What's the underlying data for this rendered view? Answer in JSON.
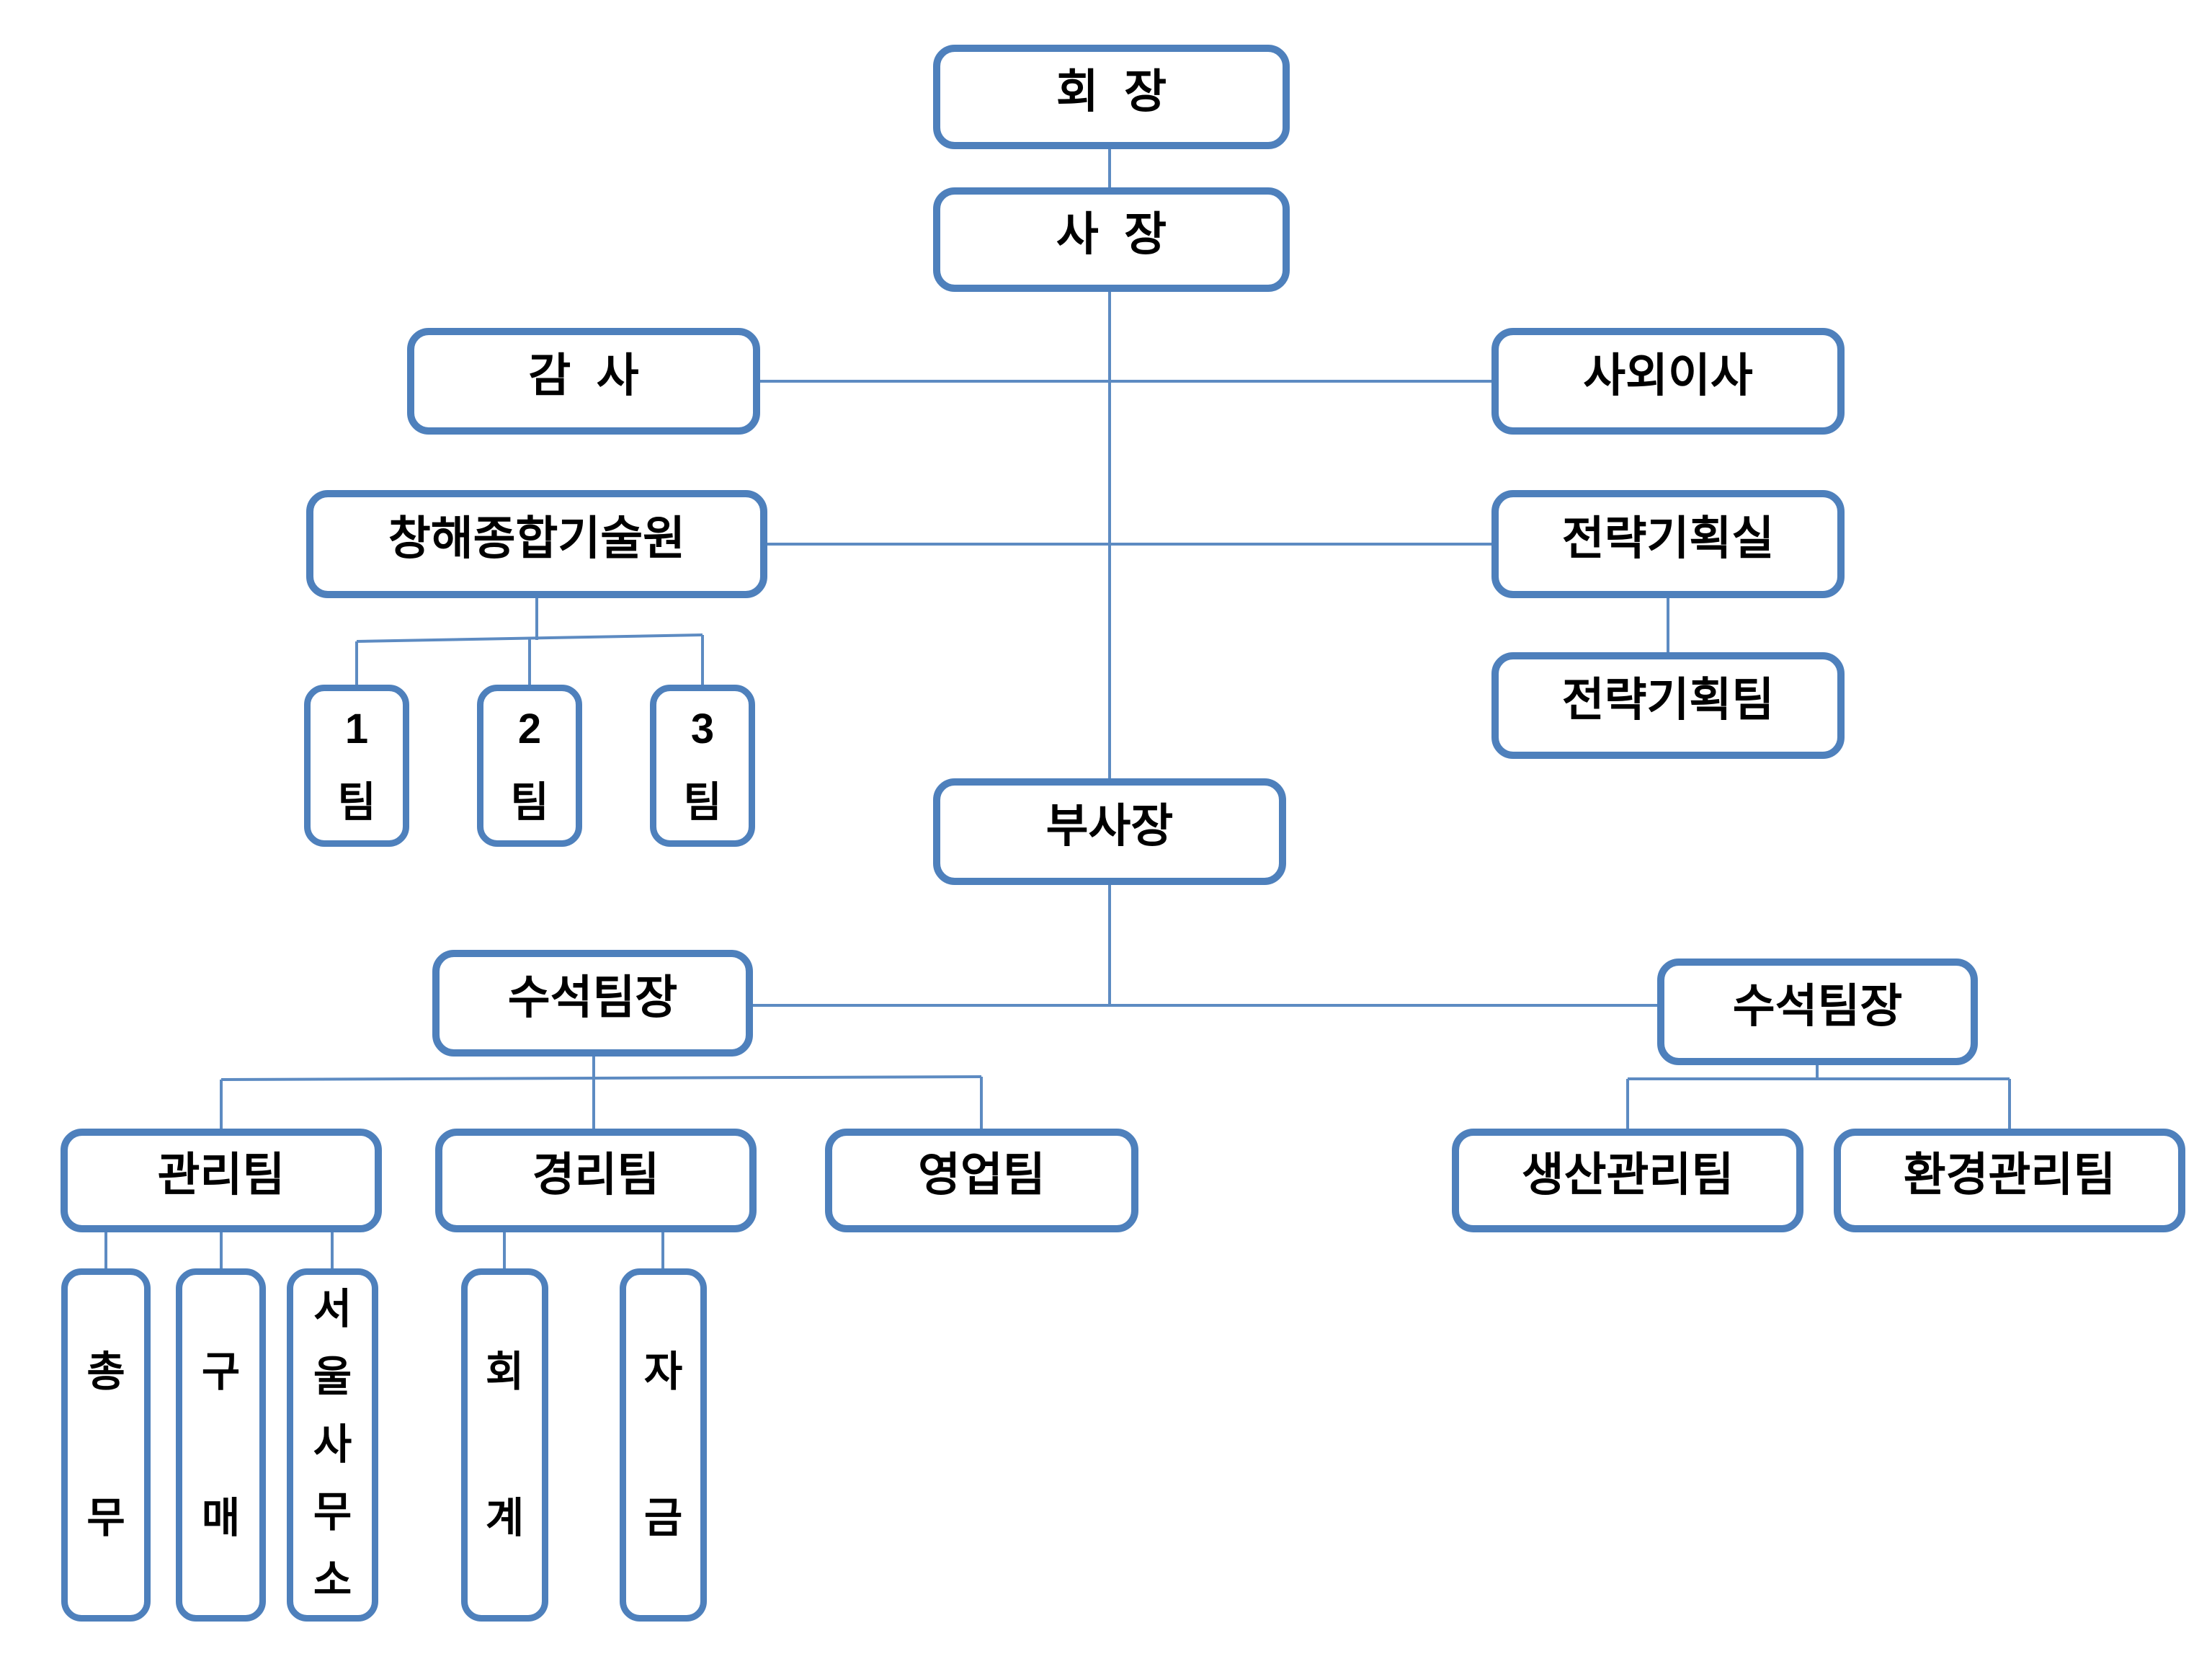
{
  "colors": {
    "box_border": "#4e80bc",
    "connector_line": "#5d8bc2",
    "label_text": "#000000",
    "background": "#ffffff"
  },
  "org": {
    "chairman": {
      "label": "회  장"
    },
    "president": {
      "label": "사  장"
    },
    "auditor": {
      "label": "감  사"
    },
    "outside_director": {
      "label": "사외이사"
    },
    "changhae_institute": {
      "label": "창해종합기술원"
    },
    "strategy_office": {
      "label": "전략기획실"
    },
    "strategy_planning_team": {
      "label": "전략기획팀"
    },
    "team_1": {
      "label": "1\n팀"
    },
    "team_2": {
      "label": "2\n팀"
    },
    "team_3": {
      "label": "3\n팀"
    },
    "vice_president": {
      "label": "부사장"
    },
    "chief_team_leader_left": {
      "label": "수석팀장"
    },
    "chief_team_leader_right": {
      "label": "수석팀장"
    },
    "management_team": {
      "label": "관리팀"
    },
    "accounting_team": {
      "label": "경리팀"
    },
    "sales_team": {
      "label": "영업팀"
    },
    "production_mgmt_team": {
      "label": "생산관리팀"
    },
    "environment_mgmt_team": {
      "label": "환경관리팀"
    },
    "general_affairs": {
      "label": "총\n무"
    },
    "purchasing": {
      "label": "구\n매"
    },
    "seoul_office": {
      "label": "서\n울\n사\n무\n소"
    },
    "accounting": {
      "label": "회\n계"
    },
    "funds": {
      "label": "자\n금"
    }
  },
  "hierarchy_edges": [
    [
      "회장",
      "사장"
    ],
    [
      "사장",
      "감사"
    ],
    [
      "사장",
      "사외이사"
    ],
    [
      "사장",
      "창해종합기술원"
    ],
    [
      "사장",
      "전략기획실"
    ],
    [
      "전략기획실",
      "전략기획팀"
    ],
    [
      "창해종합기술원",
      "1팀"
    ],
    [
      "창해종합기술원",
      "2팀"
    ],
    [
      "창해종합기술원",
      "3팀"
    ],
    [
      "사장",
      "부사장"
    ],
    [
      "부사장",
      "수석팀장(좌)"
    ],
    [
      "부사장",
      "수석팀장(우)"
    ],
    [
      "수석팀장(좌)",
      "관리팀"
    ],
    [
      "수석팀장(좌)",
      "경리팀"
    ],
    [
      "수석팀장(좌)",
      "영업팀"
    ],
    [
      "관리팀",
      "총무"
    ],
    [
      "관리팀",
      "구매"
    ],
    [
      "관리팀",
      "서울사무소"
    ],
    [
      "경리팀",
      "회계"
    ],
    [
      "경리팀",
      "자금"
    ],
    [
      "수석팀장(우)",
      "생산관리팀"
    ],
    [
      "수석팀장(우)",
      "환경관리팀"
    ]
  ]
}
